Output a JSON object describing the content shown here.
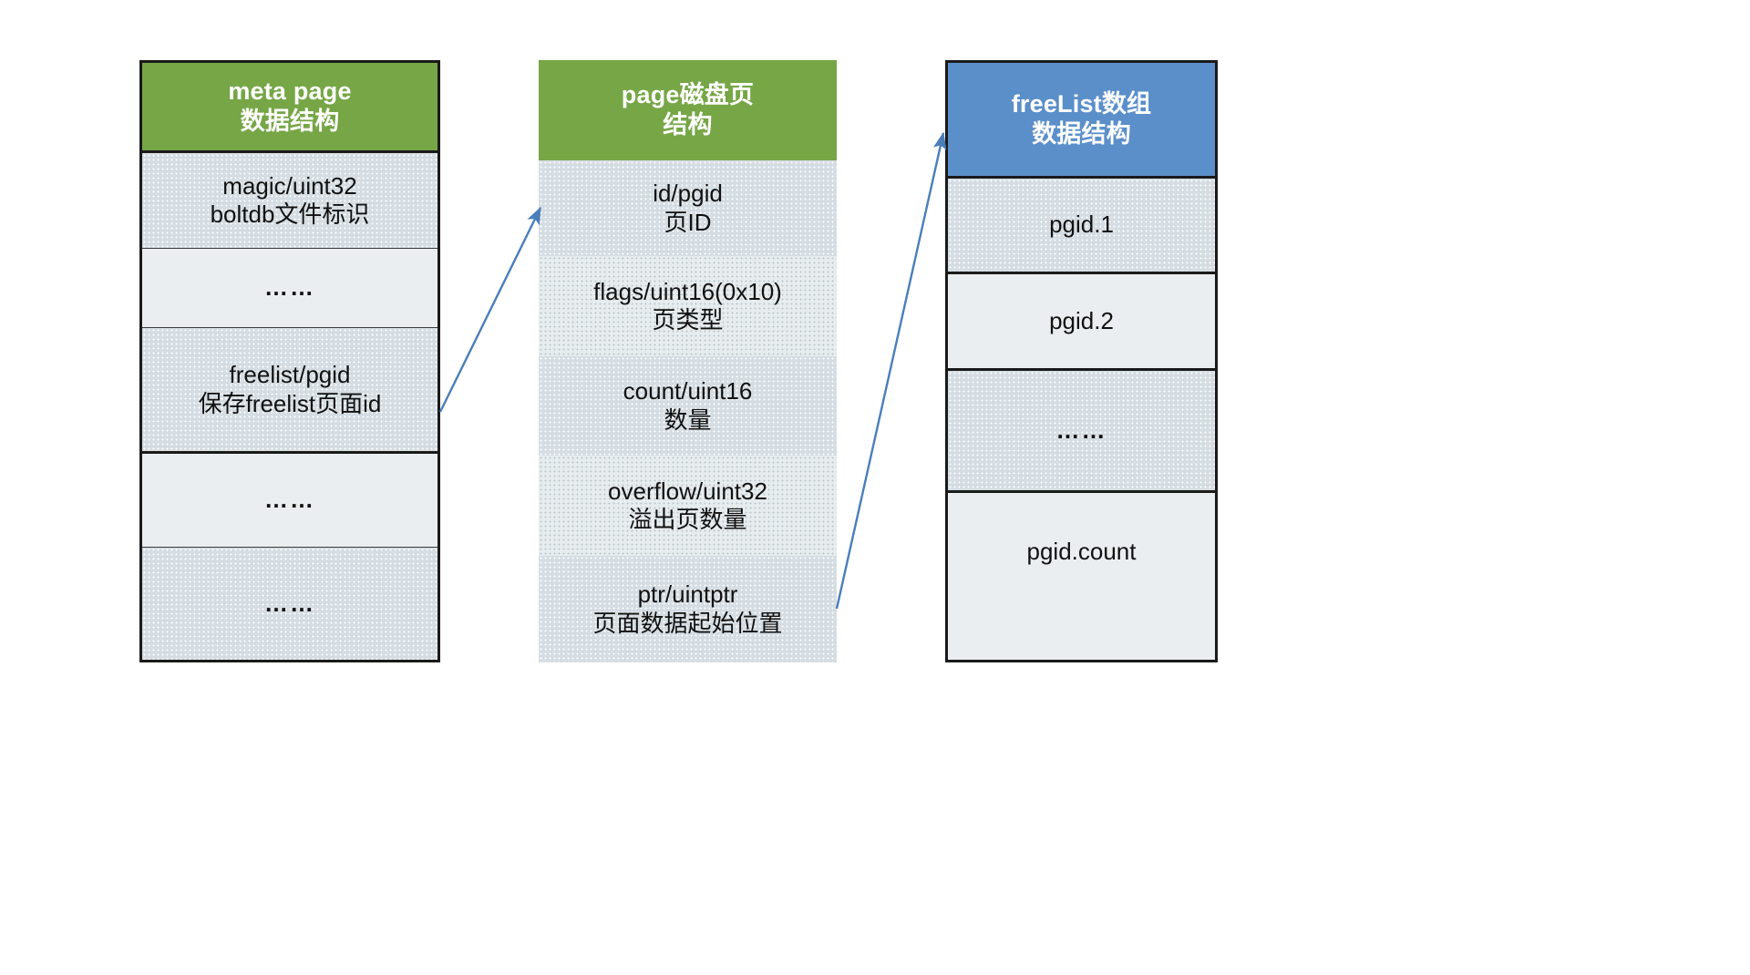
{
  "diagram": {
    "title_colors": {
      "green_header": "#76a646",
      "blue_header": "#5b8fca",
      "arrow": "#4a7ebb",
      "border": "#1a1a1a",
      "cell_dot": "#d5dde3",
      "cell_plain": "#eaeef0"
    },
    "columns": [
      {
        "id": "meta-page",
        "header": {
          "line1": "meta page",
          "line2": "数据结构",
          "style": "green"
        },
        "rows": [
          {
            "line1": "magic/uint32",
            "line2": "boltdb文件标识",
            "fill": "dot"
          },
          {
            "line1": "……",
            "line2": "",
            "fill": "plain"
          },
          {
            "line1": "freelist/pgid",
            "line2": "保存freelist页面id",
            "fill": "dot"
          },
          {
            "line1": "……",
            "line2": "",
            "fill": "plain"
          },
          {
            "line1": "……",
            "line2": "",
            "fill": "dot"
          }
        ]
      },
      {
        "id": "page-disk",
        "header": {
          "line1": "page磁盘页",
          "line2": "结构",
          "style": "green"
        },
        "rows": [
          {
            "line1": "id/pgid",
            "line2": "页ID",
            "fill": "dot"
          },
          {
            "line1": "flags/uint16(0x10)",
            "line2": "页类型",
            "fill": "dot-light"
          },
          {
            "line1": "count/uint16",
            "line2": "数量",
            "fill": "dot"
          },
          {
            "line1": "overflow/uint32",
            "line2": "溢出页数量",
            "fill": "dot-light"
          },
          {
            "line1": "ptr/uintptr",
            "line2": "页面数据起始位置",
            "fill": "dot"
          }
        ]
      },
      {
        "id": "freelist-array",
        "header": {
          "line1": "freeList数组",
          "line2": "数据结构",
          "style": "blue"
        },
        "rows": [
          {
            "line1": "pgid.1",
            "line2": "",
            "fill": "plain"
          },
          {
            "line1": "pgid.2",
            "line2": "",
            "fill": "plain"
          },
          {
            "line1": "……",
            "line2": "",
            "fill": "dot"
          },
          {
            "line1": "pgid.count",
            "line2": "",
            "fill": "plain"
          }
        ]
      }
    ],
    "arrows": [
      {
        "id": "meta-to-page",
        "from": "meta-page freelist row",
        "to": "page-disk id row"
      },
      {
        "id": "page-to-freelist",
        "from": "page-disk ptr row",
        "to": "freelist-array header"
      }
    ]
  }
}
